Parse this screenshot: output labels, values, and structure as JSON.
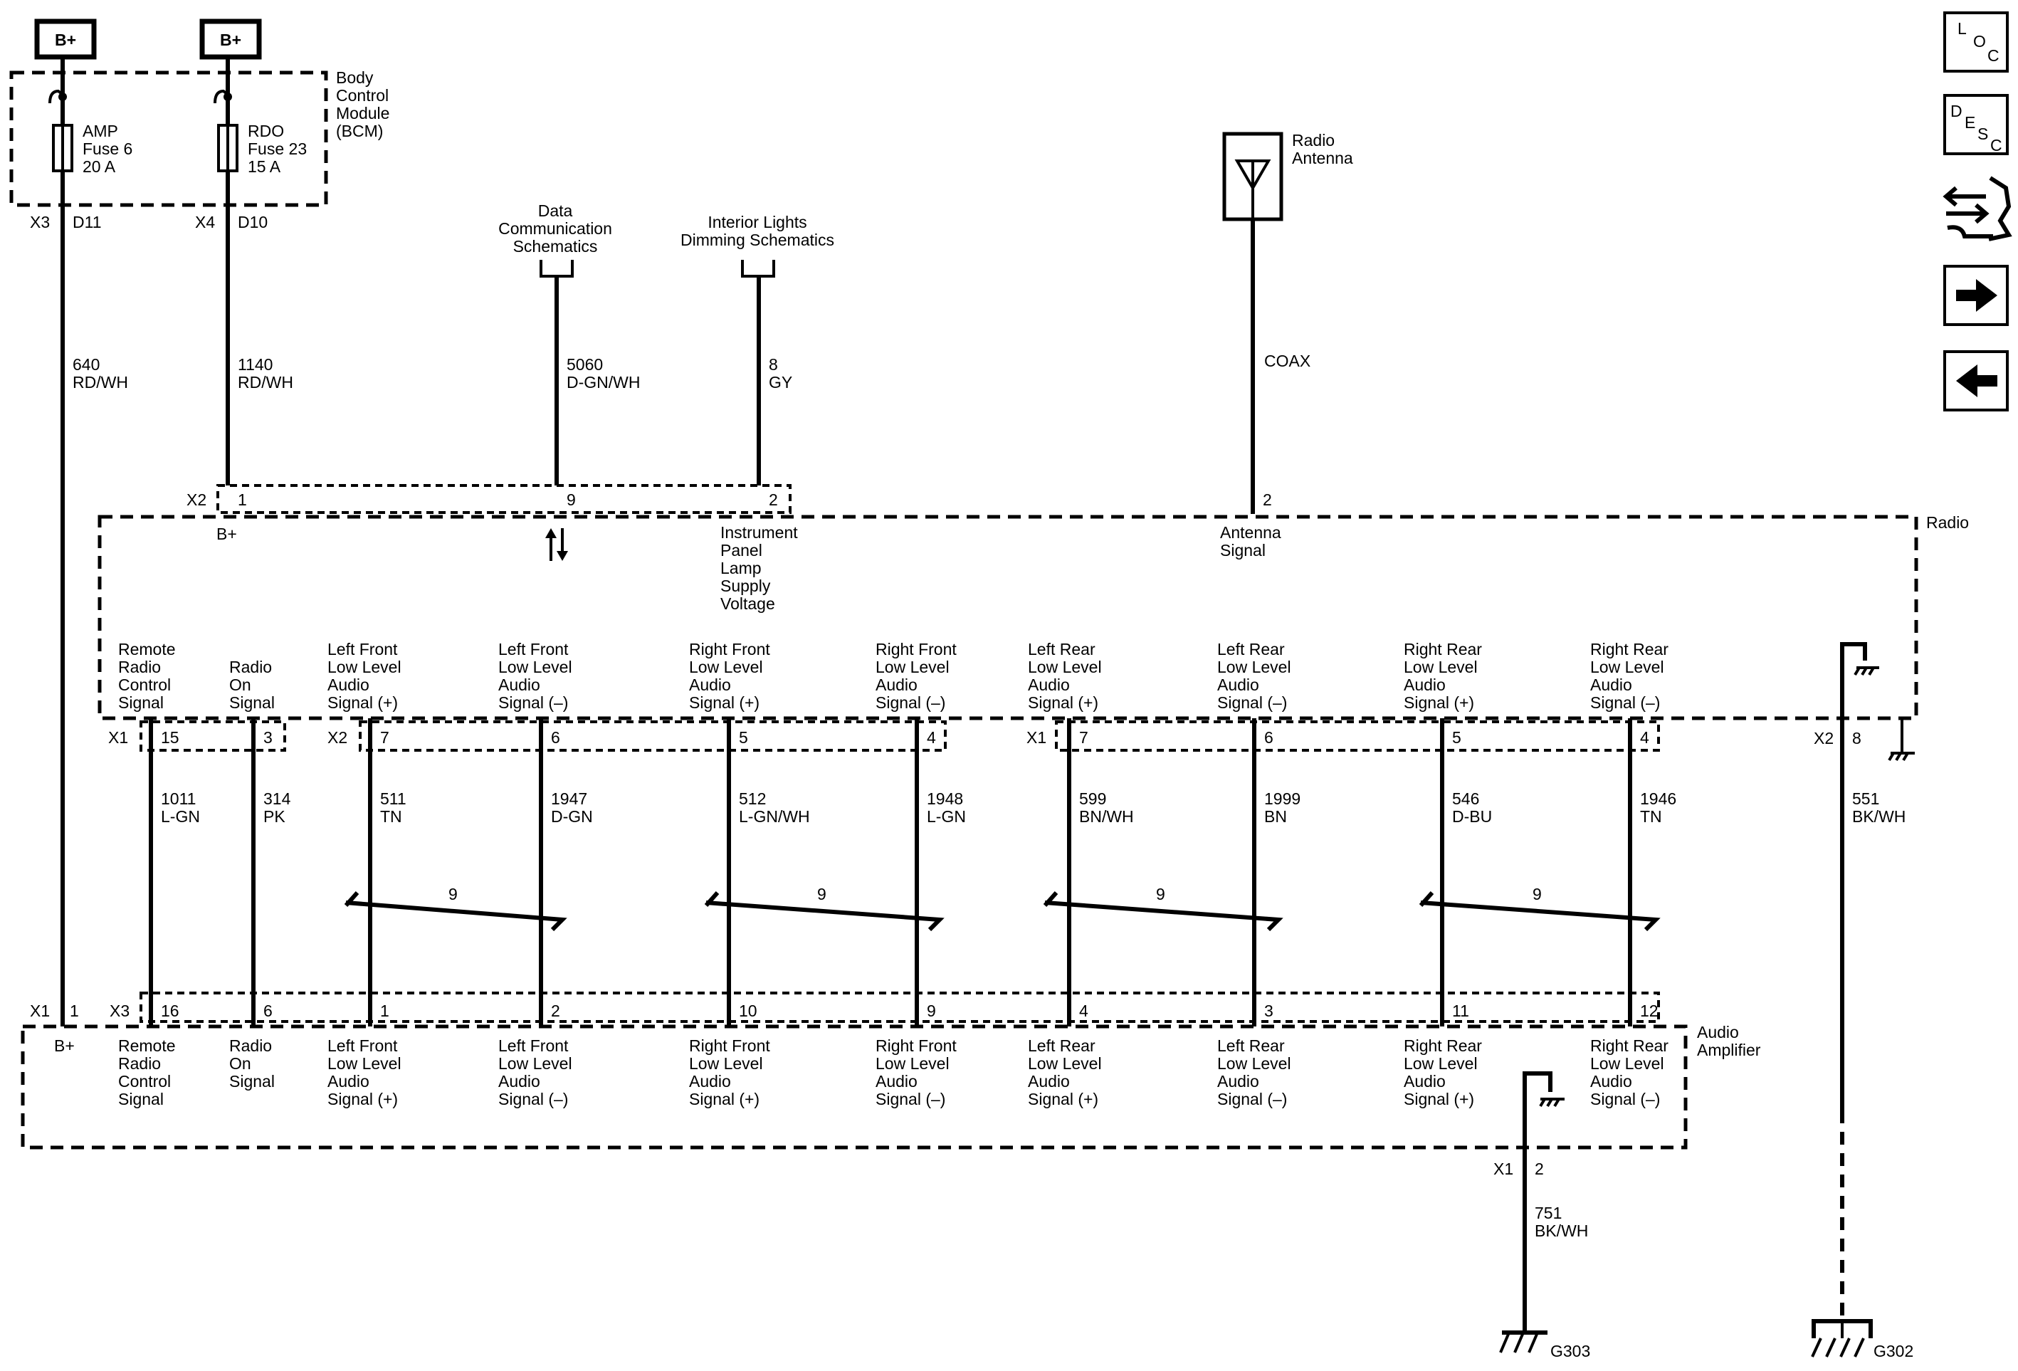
{
  "supply": [
    {
      "label": "B+",
      "fuse_name": "AMP",
      "fuse_number": "Fuse 6",
      "fuse_rating": "20 A",
      "connector": "X3",
      "pin": "D11",
      "circuit": "640",
      "color": "RD/WH"
    },
    {
      "label": "B+",
      "fuse_name": "RDO",
      "fuse_number": "Fuse 23",
      "fuse_rating": "15 A",
      "connector": "X4",
      "pin": "D10",
      "circuit": "1140",
      "color": "RD/WH"
    }
  ],
  "bcm": {
    "label": [
      "Body",
      "Control",
      "Module",
      "(BCM)"
    ]
  },
  "references": [
    {
      "label": [
        "Data",
        "Communication",
        "Schematics"
      ],
      "circuit": "5060",
      "color": "D-GN/WH",
      "pin": "9"
    },
    {
      "label": [
        "Interior Lights",
        "Dimming Schematics"
      ],
      "circuit": "8",
      "color": "GY",
      "pin": "2"
    }
  ],
  "antenna": {
    "label": [
      "Radio",
      "Antenna"
    ],
    "wire": "COAX",
    "pin": "2",
    "signal": [
      "Antenna",
      "Signal"
    ]
  },
  "radio": {
    "label": "Radio",
    "x2_connector": "X2",
    "x2_pin1": "1",
    "b_plus": "B+",
    "ip_lamp": [
      "Instrument",
      "Panel",
      "Lamp",
      "Supply",
      "Voltage"
    ],
    "ground_connector": "X2",
    "ground_pin": "8",
    "ground_circuit": "551",
    "ground_color": "BK/WH"
  },
  "channels": [
    {
      "radio_label": [
        "Remote",
        "Radio",
        "Control",
        "Signal"
      ],
      "radio_conn": "X1",
      "radio_pin": "15",
      "circuit": "1011",
      "color": "L-GN",
      "amp_conn": "X3",
      "amp_pin": "16",
      "amp_label": [
        "Remote",
        "Radio",
        "Control",
        "Signal"
      ]
    },
    {
      "radio_label": [
        "Radio",
        "On",
        "Signal"
      ],
      "radio_conn": "",
      "radio_pin": "3",
      "circuit": "314",
      "color": "PK",
      "amp_conn": "",
      "amp_pin": "6",
      "amp_label": [
        "Radio",
        "On",
        "Signal"
      ]
    },
    {
      "radio_label": [
        "Left Front",
        "Low Level",
        "Audio",
        "Signal (+)"
      ],
      "radio_conn": "X2",
      "radio_pin": "7",
      "circuit": "511",
      "color": "TN",
      "amp_conn": "",
      "amp_pin": "1",
      "amp_label": [
        "Left Front",
        "Low Level",
        "Audio",
        "Signal (+)"
      ]
    },
    {
      "radio_label": [
        "Left Front",
        "Low Level",
        "Audio",
        "Signal (–)"
      ],
      "radio_conn": "",
      "radio_pin": "6",
      "circuit": "1947",
      "color": "D-GN",
      "amp_conn": "",
      "amp_pin": "2",
      "amp_label": [
        "Left Front",
        "Low Level",
        "Audio",
        "Signal (–)"
      ]
    },
    {
      "radio_label": [
        "Right Front",
        "Low Level",
        "Audio",
        "Signal (+)"
      ],
      "radio_conn": "",
      "radio_pin": "5",
      "circuit": "512",
      "color": "L-GN/WH",
      "amp_conn": "",
      "amp_pin": "10",
      "amp_label": [
        "Right Front",
        "Low Level",
        "Audio",
        "Signal (+)"
      ]
    },
    {
      "radio_label": [
        "Right Front",
        "Low Level",
        "Audio",
        "Signal (–)"
      ],
      "radio_conn": "",
      "radio_pin": "4",
      "circuit": "1948",
      "color": "L-GN",
      "amp_conn": "",
      "amp_pin": "9",
      "amp_label": [
        "Right Front",
        "Low Level",
        "Audio",
        "Signal (–)"
      ]
    },
    {
      "radio_label": [
        "Left Rear",
        "Low Level",
        "Audio",
        "Signal (+)"
      ],
      "radio_conn": "X1",
      "radio_pin": "7",
      "circuit": "599",
      "color": "BN/WH",
      "amp_conn": "",
      "amp_pin": "4",
      "amp_label": [
        "Left Rear",
        "Low Level",
        "Audio",
        "Signal (+)"
      ]
    },
    {
      "radio_label": [
        "Left Rear",
        "Low Level",
        "Audio",
        "Signal (–)"
      ],
      "radio_conn": "",
      "radio_pin": "6",
      "circuit": "1999",
      "color": "BN",
      "amp_conn": "",
      "amp_pin": "3",
      "amp_label": [
        "Left Rear",
        "Low Level",
        "Audio",
        "Signal (–)"
      ]
    },
    {
      "radio_label": [
        "Right Rear",
        "Low Level",
        "Audio",
        "Signal (+)"
      ],
      "radio_conn": "",
      "radio_pin": "5",
      "circuit": "546",
      "color": "D-BU",
      "amp_conn": "",
      "amp_pin": "11",
      "amp_label": [
        "Right Rear",
        "Low Level",
        "Audio",
        "Signal (+)"
      ]
    },
    {
      "radio_label": [
        "Right Rear",
        "Low Level",
        "Audio",
        "Signal (–)"
      ],
      "radio_conn": "",
      "radio_pin": "4",
      "circuit": "1946",
      "color": "TN",
      "amp_conn": "",
      "amp_pin": "12",
      "amp_label": [
        "Right Rear",
        "Low Level",
        "Audio",
        "Signal (–)"
      ]
    }
  ],
  "twists": [
    "9",
    "9",
    "9",
    "9"
  ],
  "amplifier": {
    "label": [
      "Audio",
      "Amplifier"
    ],
    "x1_connector": "X1",
    "x1_pin": "1",
    "b_plus": "B+",
    "ground_connector": "X1",
    "ground_pin": "2",
    "ground_circuit": "751",
    "ground_color": "BK/WH"
  },
  "grounds": [
    "G303",
    "G302"
  ],
  "nav": {
    "loc": [
      "L",
      "O",
      "C"
    ],
    "desc": [
      "D",
      "E",
      "S",
      "C"
    ],
    "icons": [
      "component-view-icon",
      "next-page-icon",
      "previous-page-icon"
    ]
  }
}
